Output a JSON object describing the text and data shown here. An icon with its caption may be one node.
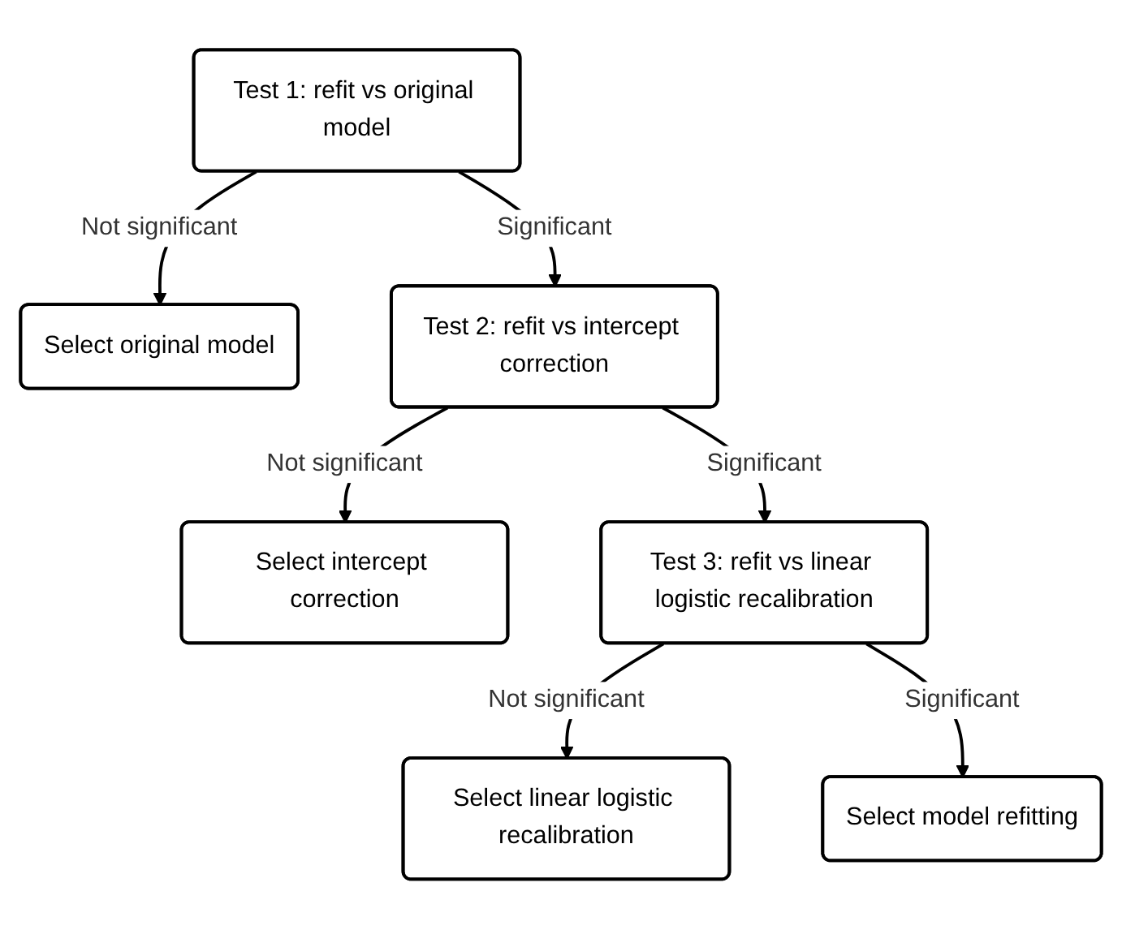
{
  "diagram": {
    "nodes": [
      {
        "text": [
          "Test 1: refit vs original model"
        ]
      },
      {
        "text": [
          "Select original model"
        ]
      },
      {
        "text": [
          "Test 2: refit vs intercept correction"
        ]
      },
      {
        "text": [
          "Select intercept correction"
        ]
      },
      {
        "text": [
          "Test 3: refit vs linear logistic recalibration"
        ]
      },
      {
        "text": [
          "Select linear logistic recalibration"
        ]
      },
      {
        "text": [
          "Select model refitting"
        ]
      }
    ],
    "edges": [
      {
        "from": 0,
        "to": 1,
        "arrow": "to",
        "label": "Not significant"
      },
      {
        "from": 0,
        "to": 2,
        "arrow": "to",
        "label": "Significant"
      },
      {
        "from": 2,
        "to": 3,
        "arrow": "to",
        "label": "Not significant"
      },
      {
        "from": 2,
        "to": 4,
        "arrow": "to",
        "label": "Significant"
      },
      {
        "from": 4,
        "to": 5,
        "arrow": "to",
        "label": "Not significant"
      },
      {
        "from": 4,
        "to": 6,
        "arrow": "to",
        "label": "Significant"
      }
    ]
  }
}
